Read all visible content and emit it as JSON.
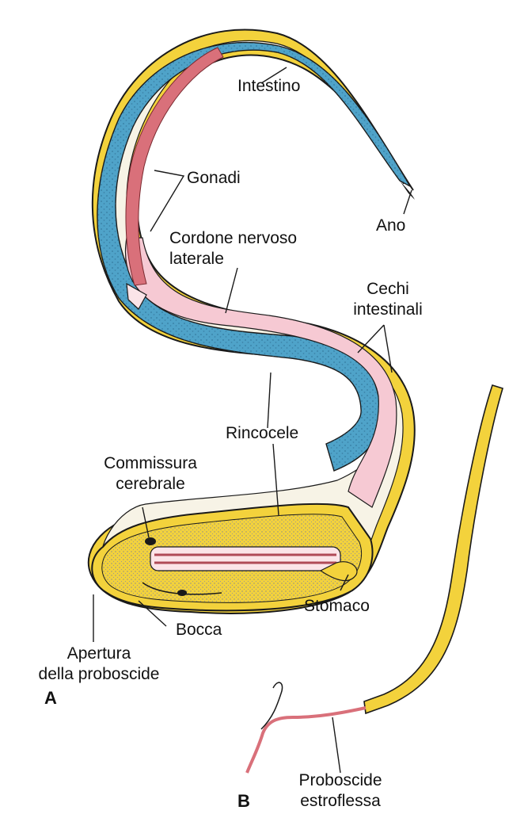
{
  "labels": {
    "intestino": "Intestino",
    "gonadi": "Gonadi",
    "ano": "Ano",
    "cordone_line1": "Cordone nervoso",
    "cordone_line2": "laterale",
    "cechi_line1": "Cechi",
    "cechi_line2": "intestinali",
    "rincocele": "Rincocele",
    "commissura_line1": "Commissura",
    "commissura_line2": "cerebrale",
    "stomaco": "Stomaco",
    "bocca": "Bocca",
    "apertura_line1": "Apertura",
    "apertura_line2": "della proboscide",
    "proboscide_line1": "Proboscide",
    "proboscide_line2": "estroflessa"
  },
  "panels": {
    "a": "A",
    "b": "B"
  },
  "colors": {
    "epidermis": "#f3d23c",
    "intestine": "#4fa3c9",
    "intestine_dark": "#2e6f94",
    "rhynchocoel": "#f6c9d3",
    "gonad": "#d9707a",
    "outline": "#1a1a1a",
    "cell_lumen": "#c8dde6"
  }
}
